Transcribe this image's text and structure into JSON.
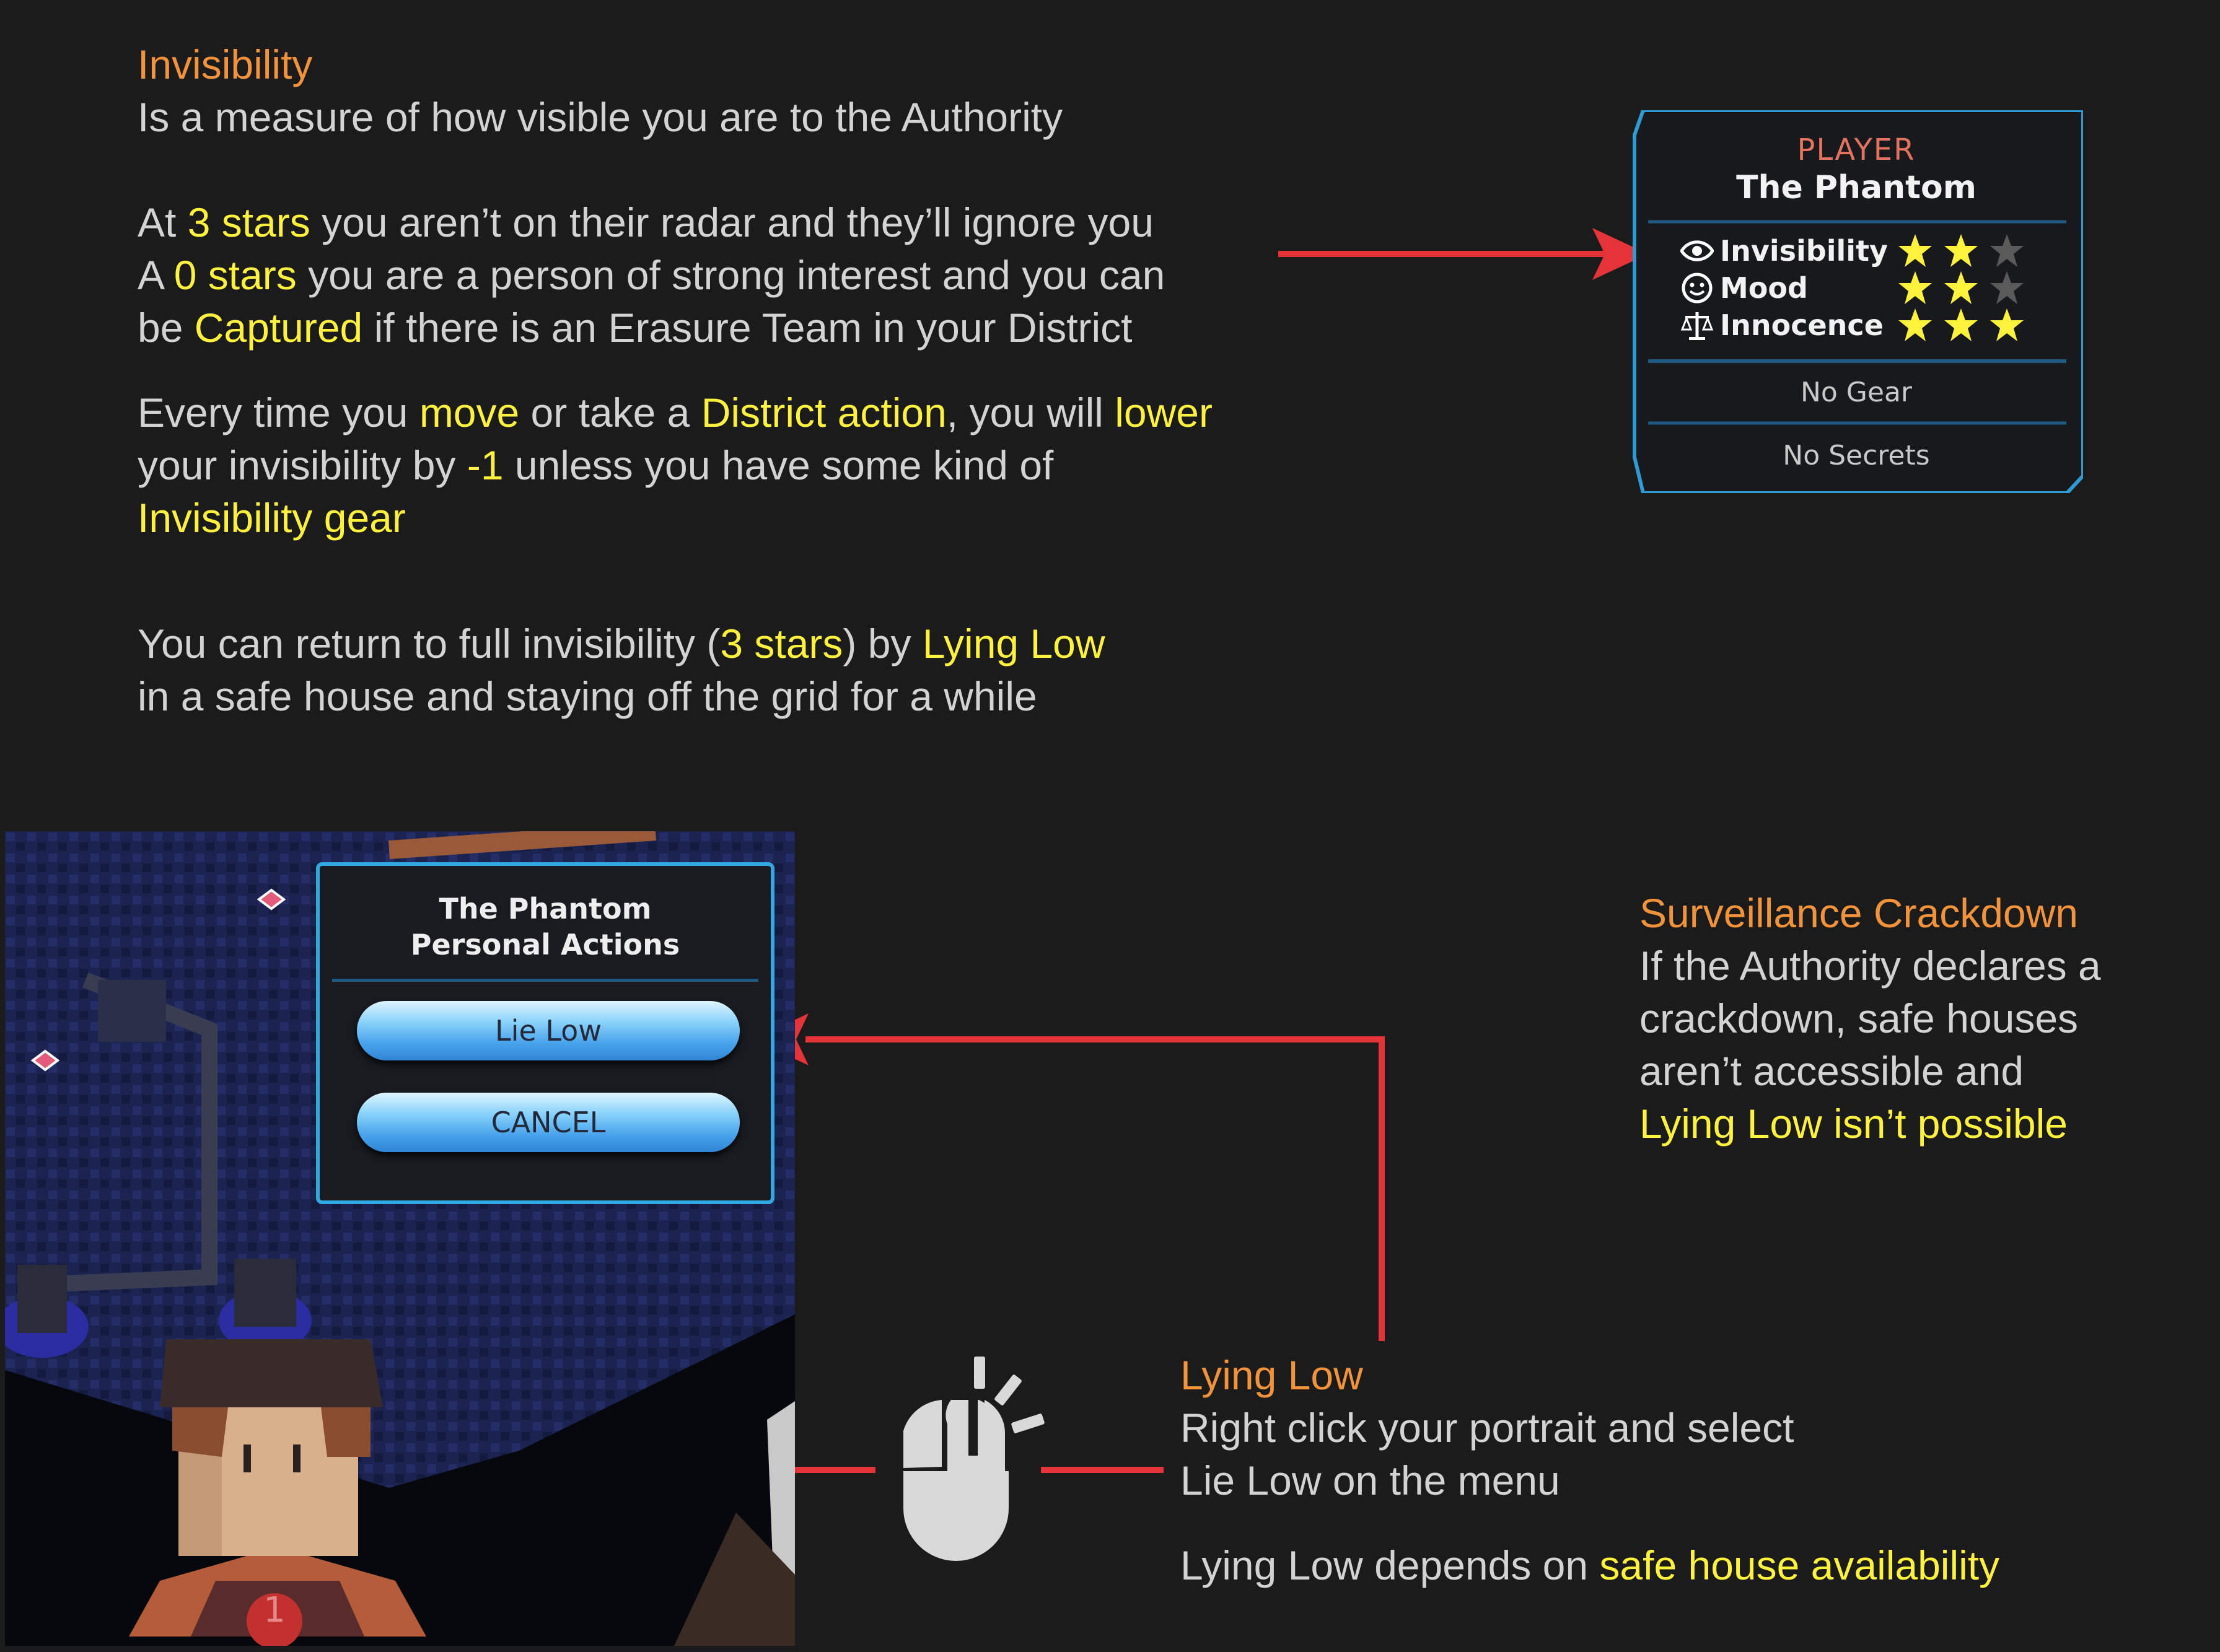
{
  "invisibility": {
    "title": "Invisibility",
    "intro": "Is a measure of how visible you are to the Authority",
    "p1": {
      "a": "At ",
      "b": "3 stars",
      "c": " you aren’t on their radar and they’ll ignore you"
    },
    "p2": {
      "a": "A ",
      "b": "0 stars",
      "c": " you are a person of strong interest and you can"
    },
    "p3": {
      "a": "be ",
      "b": "Captured",
      "c": " if there is an Erasure Team in your District"
    },
    "p4": {
      "a": "Every time you ",
      "b": "move",
      "c": " or take a ",
      "d": "District action",
      ",e": "",
      "e": ", you will ",
      "f": "lower"
    },
    "p5": {
      "a": "your invisibility by ",
      "b": "-1",
      "c": " unless you have some kind of"
    },
    "p6": {
      "a": "Invisibility gear"
    },
    "p7": {
      "a": "You can return to full invisibility (",
      "b": "3 stars",
      "c": ") by ",
      "d": "Lying Low"
    },
    "p8": {
      "a": "in a safe house and staying off the grid for a while"
    }
  },
  "player_panel": {
    "header": "PLAYER",
    "name": "The Phantom",
    "stats": [
      {
        "label": "Invisibility",
        "icon": "eye-icon",
        "stars": 2
      },
      {
        "label": "Mood",
        "icon": "smiley-icon",
        "stars": 2
      },
      {
        "label": "Innocence",
        "icon": "scales-icon",
        "stars": 3
      }
    ],
    "gear": "No Gear",
    "secrets": "No Secrets"
  },
  "action_menu": {
    "title_line1": "The Phantom",
    "title_line2": "Personal Actions",
    "lie_low_label": "Lie Low",
    "cancel_label": "CANCEL"
  },
  "portrait": {
    "badge": "1"
  },
  "crackdown": {
    "title": "Surveillance Crackdown",
    "l1": "If the Authority declares a",
    "l2": "crackdown, safe houses",
    "l3": "aren’t accessible and",
    "l4": "Lying Low isn’t possible"
  },
  "lying_low": {
    "title": "Lying Low",
    "l1": "Right click your portrait and select",
    "l2": "Lie Low on the menu",
    "l3a": "Lying Low depends on ",
    "l3b": "safe house availability"
  },
  "colors": {
    "accent_orange": "#f2933b",
    "highlight_yellow": "#fff23c",
    "arrow_red": "#e5333a",
    "panel_blue": "#2f9bd4"
  }
}
